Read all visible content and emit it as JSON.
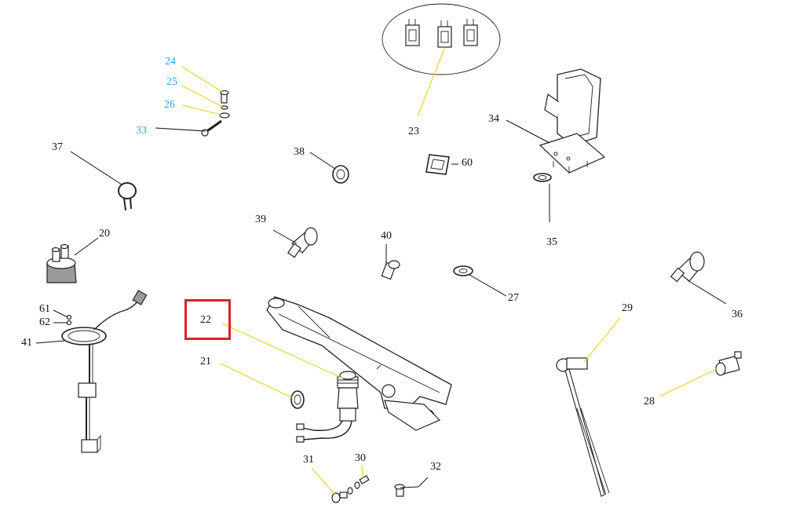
{
  "diagram": {
    "labels": {
      "p24": "24",
      "p25": "25",
      "p26": "26",
      "p33": "33",
      "p37": "37",
      "p20": "20",
      "p61": "61",
      "p62": "62",
      "p41": "41",
      "p22": "22",
      "p21": "21",
      "p31": "31",
      "p30": "30",
      "p32": "32",
      "p38": "38",
      "p39": "39",
      "p40": "40",
      "p23": "23",
      "p60": "60",
      "p34": "34",
      "p35": "35",
      "p27": "27",
      "p29": "29",
      "p36": "36",
      "p28": "28"
    },
    "selected_part": "22",
    "colors": {
      "leader_default": "#111111",
      "leader_highlight": "#e9d21a",
      "label_highlight": "#2aa6df",
      "selection_box": "#d8232a"
    }
  }
}
